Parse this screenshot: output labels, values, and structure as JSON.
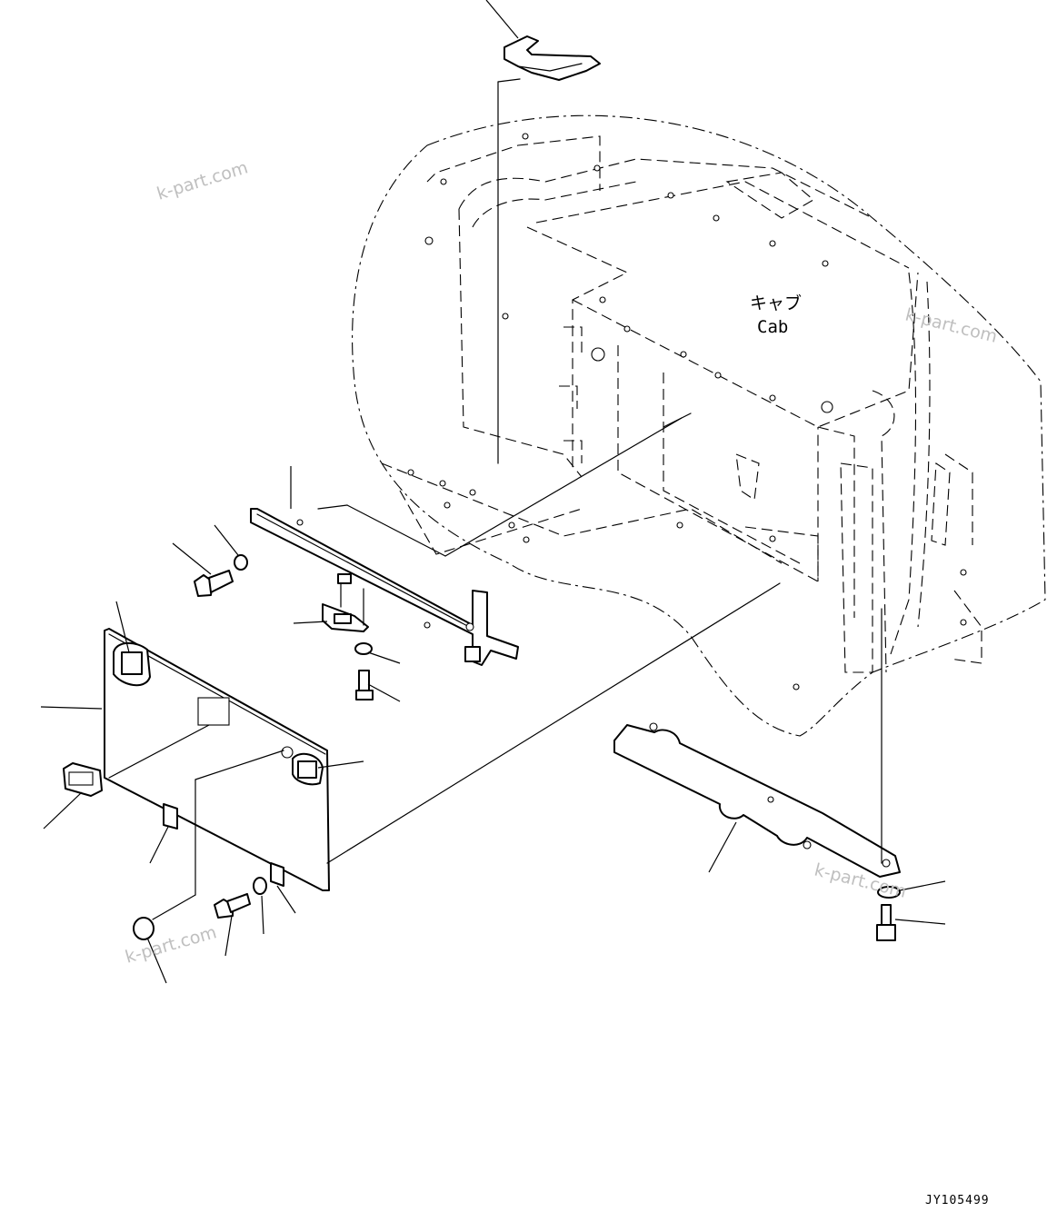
{
  "diagram": {
    "cab_label_jp": "キャブ",
    "cab_label_en": "Cab",
    "drawing_code": "JY105499",
    "watermarks": [
      "k-part.com",
      "k-part.com",
      "k-part.com",
      "k-part.com"
    ]
  }
}
